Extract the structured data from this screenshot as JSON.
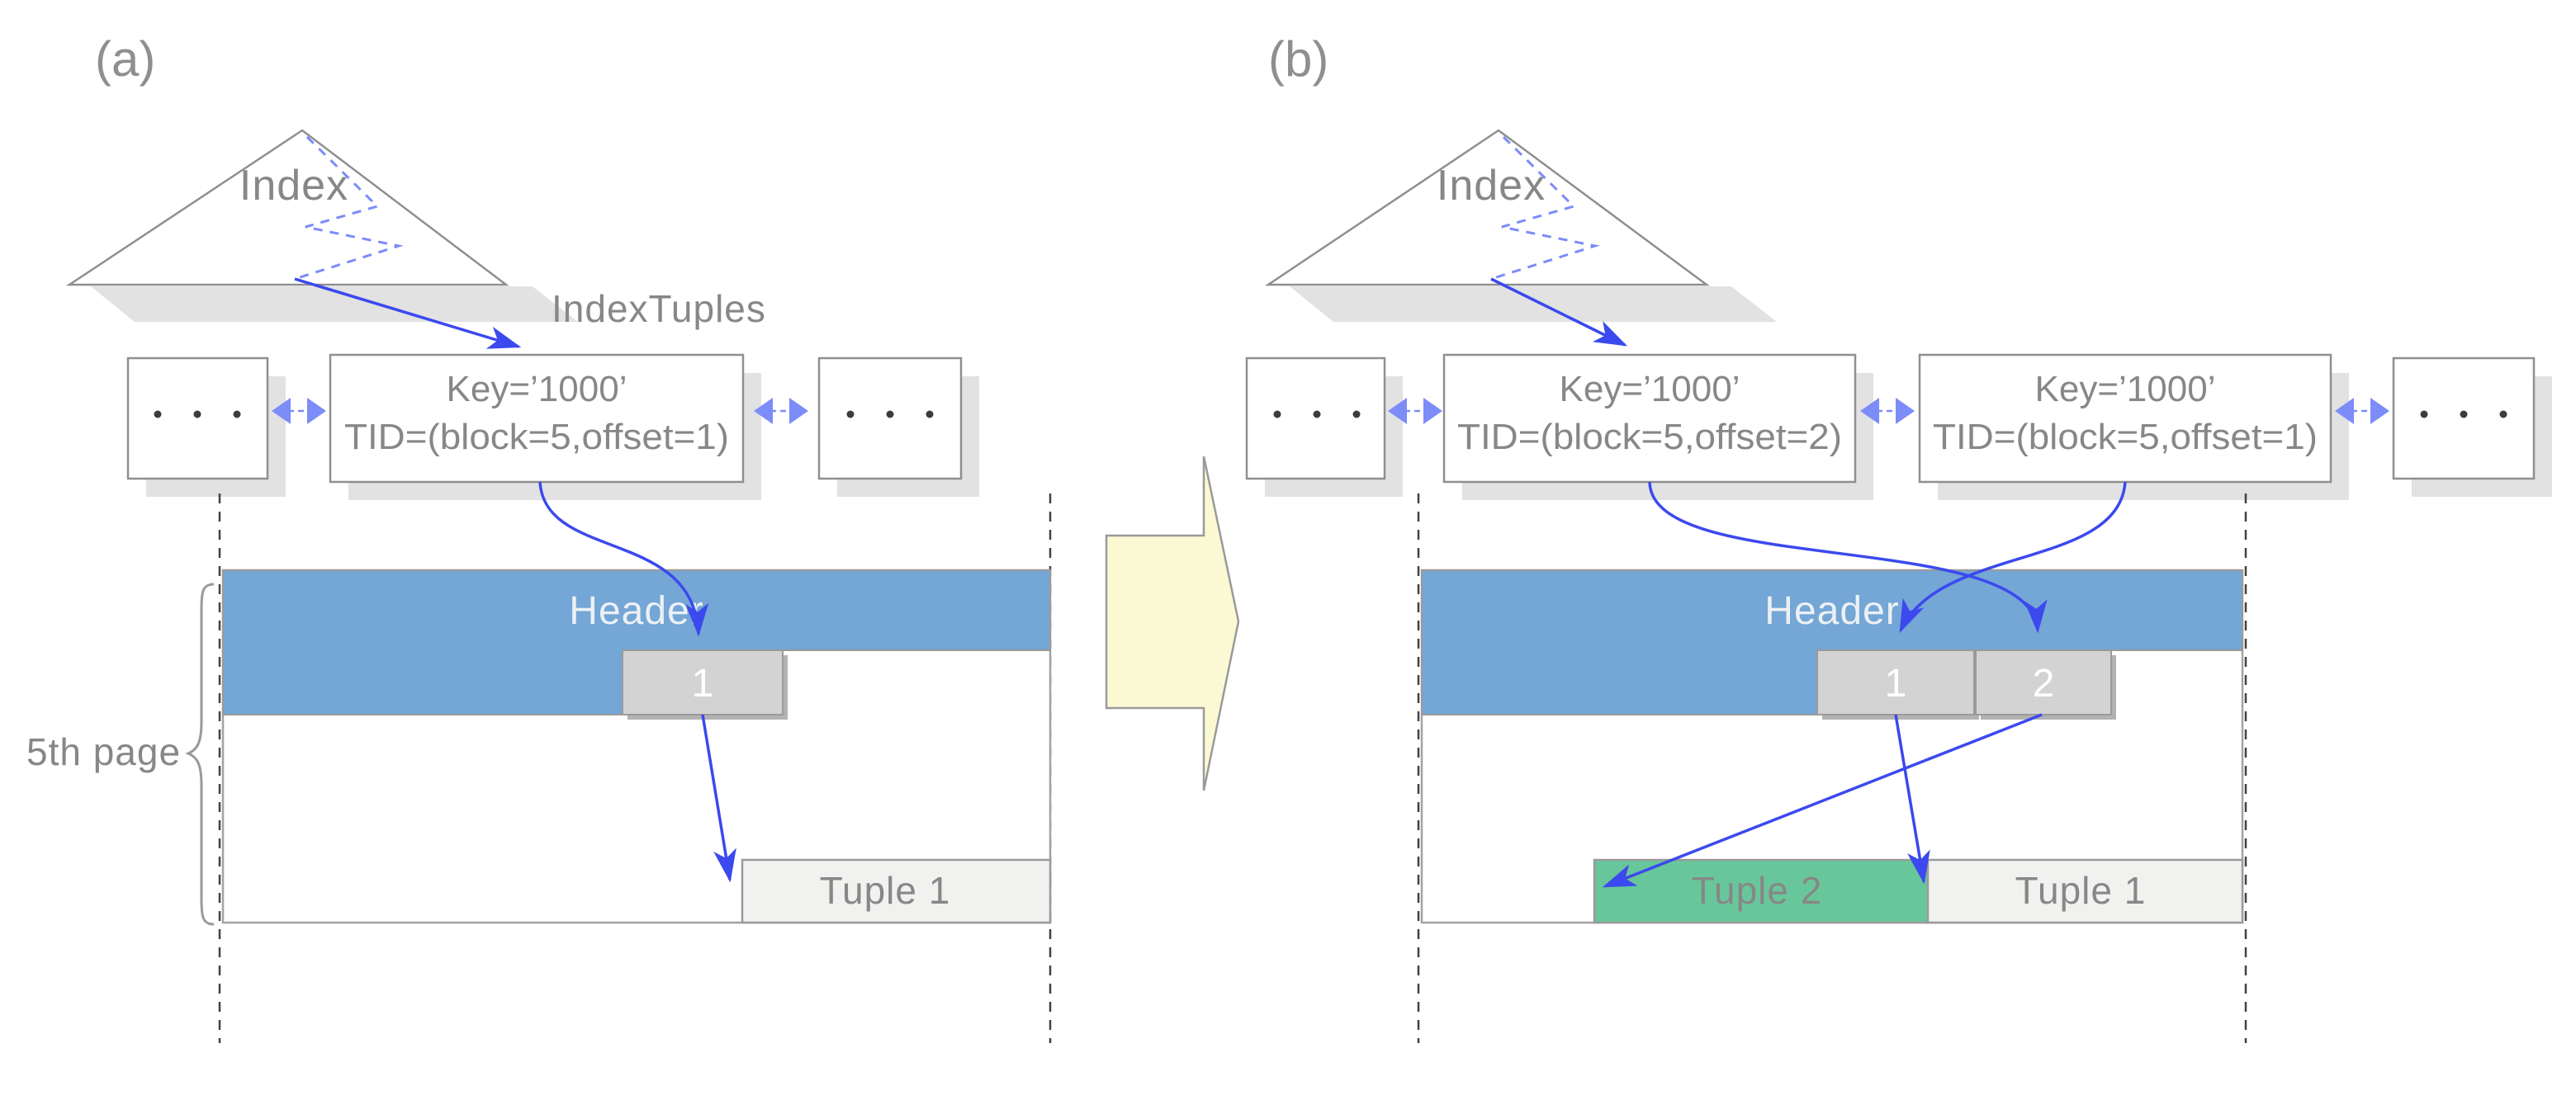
{
  "panel_a": {
    "label": "(a)",
    "index_label": "Index",
    "index_tuples_caption": "IndexTuples",
    "key_tuple": {
      "line1": "Key=’1000’",
      "line2": "TID=(block=5,offset=1)"
    },
    "page": {
      "caption": "5th page",
      "header_label": "Header",
      "pointer_1": "1",
      "tuple_1": "Tuple 1"
    }
  },
  "panel_b": {
    "label": "(b)",
    "index_label": "Index",
    "new_key_tuple": {
      "line1": "Key=’1000’",
      "line2": "TID=(block=5,offset=2)"
    },
    "old_key_tuple": {
      "line1": "Key=’1000’",
      "line2": "TID=(block=5,offset=1)"
    },
    "page": {
      "header_label": "Header",
      "pointer_1": "1",
      "pointer_2": "2",
      "tuple_2": "Tuple 2",
      "tuple_1": "Tuple 1"
    }
  },
  "colors": {
    "header_blue": "#74a6d6",
    "highlight_blue": "#a8d3f7",
    "tuple_green": "#68c79a",
    "tuple_gray": "#f1f1f0",
    "pointer_gray": "#d3d3d3",
    "transition_yellow": "#fbf8d4",
    "arrow_blue": "#3b49ee",
    "link_blue": "#7c8cf8",
    "text_gray": "#878787"
  }
}
